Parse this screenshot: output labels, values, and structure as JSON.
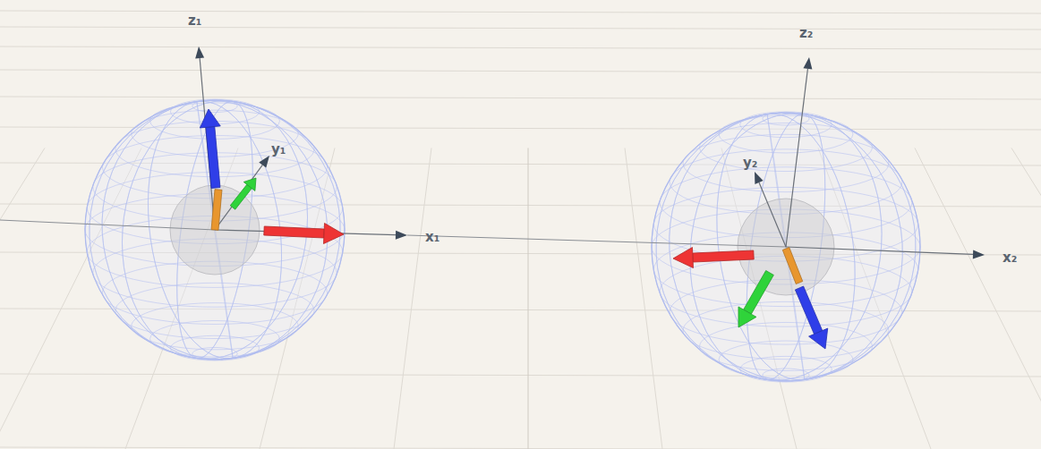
{
  "diagram": {
    "labels": [
      "z₁",
      "y₁",
      "x₁",
      "z₂",
      "y₂",
      "x₂"
    ]
  }
}
